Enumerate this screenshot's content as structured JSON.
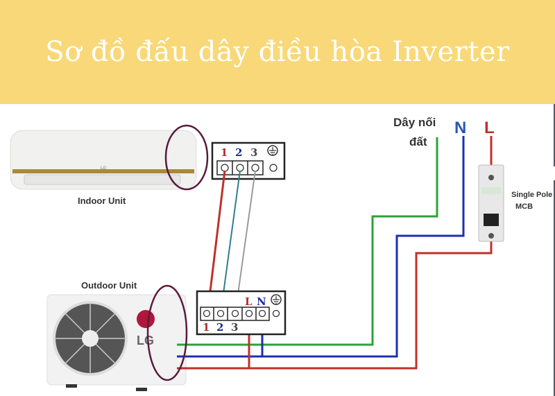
{
  "title": "Sơ đồ đấu dây điều hòa Inverter",
  "indoor_unit": {
    "label": "Indoor Unit",
    "brand": "LG"
  },
  "outdoor_unit": {
    "label": "Outdoor Unit",
    "brand": "LG"
  },
  "indoor_terminal": {
    "labels": [
      "1",
      "2",
      "3"
    ]
  },
  "outdoor_terminal": {
    "labels": [
      "1",
      "2",
      "3"
    ],
    "line_label": "L",
    "neutral_label": "N"
  },
  "supply": {
    "ground_label_1": "Dây nối",
    "ground_label_2": "đất",
    "neutral": "N",
    "line": "L"
  },
  "breaker": {
    "label_1": "Single Pole",
    "label_2": "MCB"
  },
  "colors": {
    "header_bg": "#f8d878",
    "ground": "#2aa33a",
    "neutral": "#1c2fb0",
    "line": "#c0302a",
    "wire2": "#2f7d8f",
    "wire3": "#9a9a9a",
    "highlight": "#5a1a3a"
  }
}
